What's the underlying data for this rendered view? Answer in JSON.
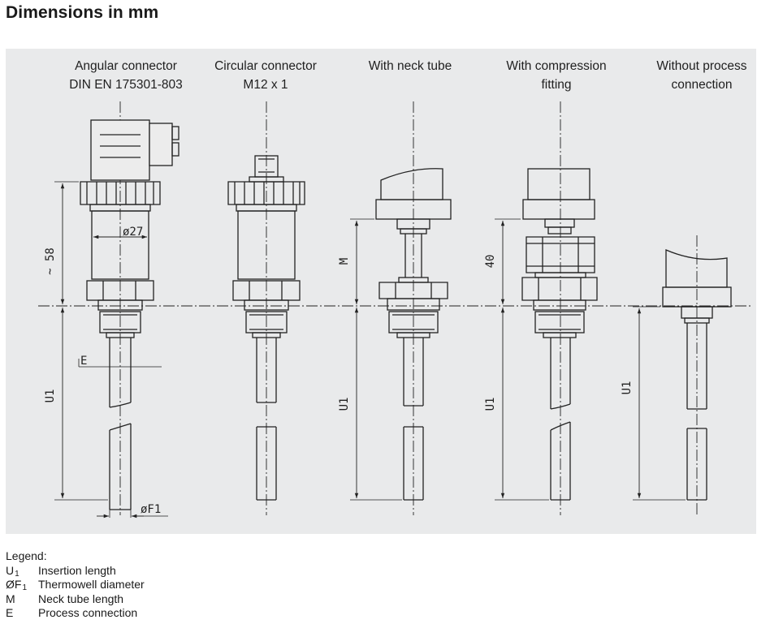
{
  "title": "Dimensions in mm",
  "columns": [
    {
      "line1": "Angular connector",
      "line2": "DIN EN 175301-803"
    },
    {
      "line1": "Circular connector",
      "line2": "M12 x 1"
    },
    {
      "line1": "With neck tube",
      "line2": ""
    },
    {
      "line1": "With compression",
      "line2": "fitting"
    },
    {
      "line1": "Without process",
      "line2": "connection"
    }
  ],
  "dims": {
    "approx58": "~ 58",
    "dia27": "ø27",
    "e": "E",
    "u1": "U1",
    "f1": "øF1",
    "m": "M",
    "forty": "40"
  },
  "legend": {
    "heading": "Legend:",
    "items": [
      {
        "sym": "U",
        "sub": "1",
        "text": "Insertion length"
      },
      {
        "sym": "ØF",
        "sub": "1",
        "text": "Thermowell diameter"
      },
      {
        "sym": "M",
        "sub": "",
        "text": "Neck tube length"
      },
      {
        "sym": "E",
        "sub": "",
        "text": "Process connection"
      }
    ]
  }
}
